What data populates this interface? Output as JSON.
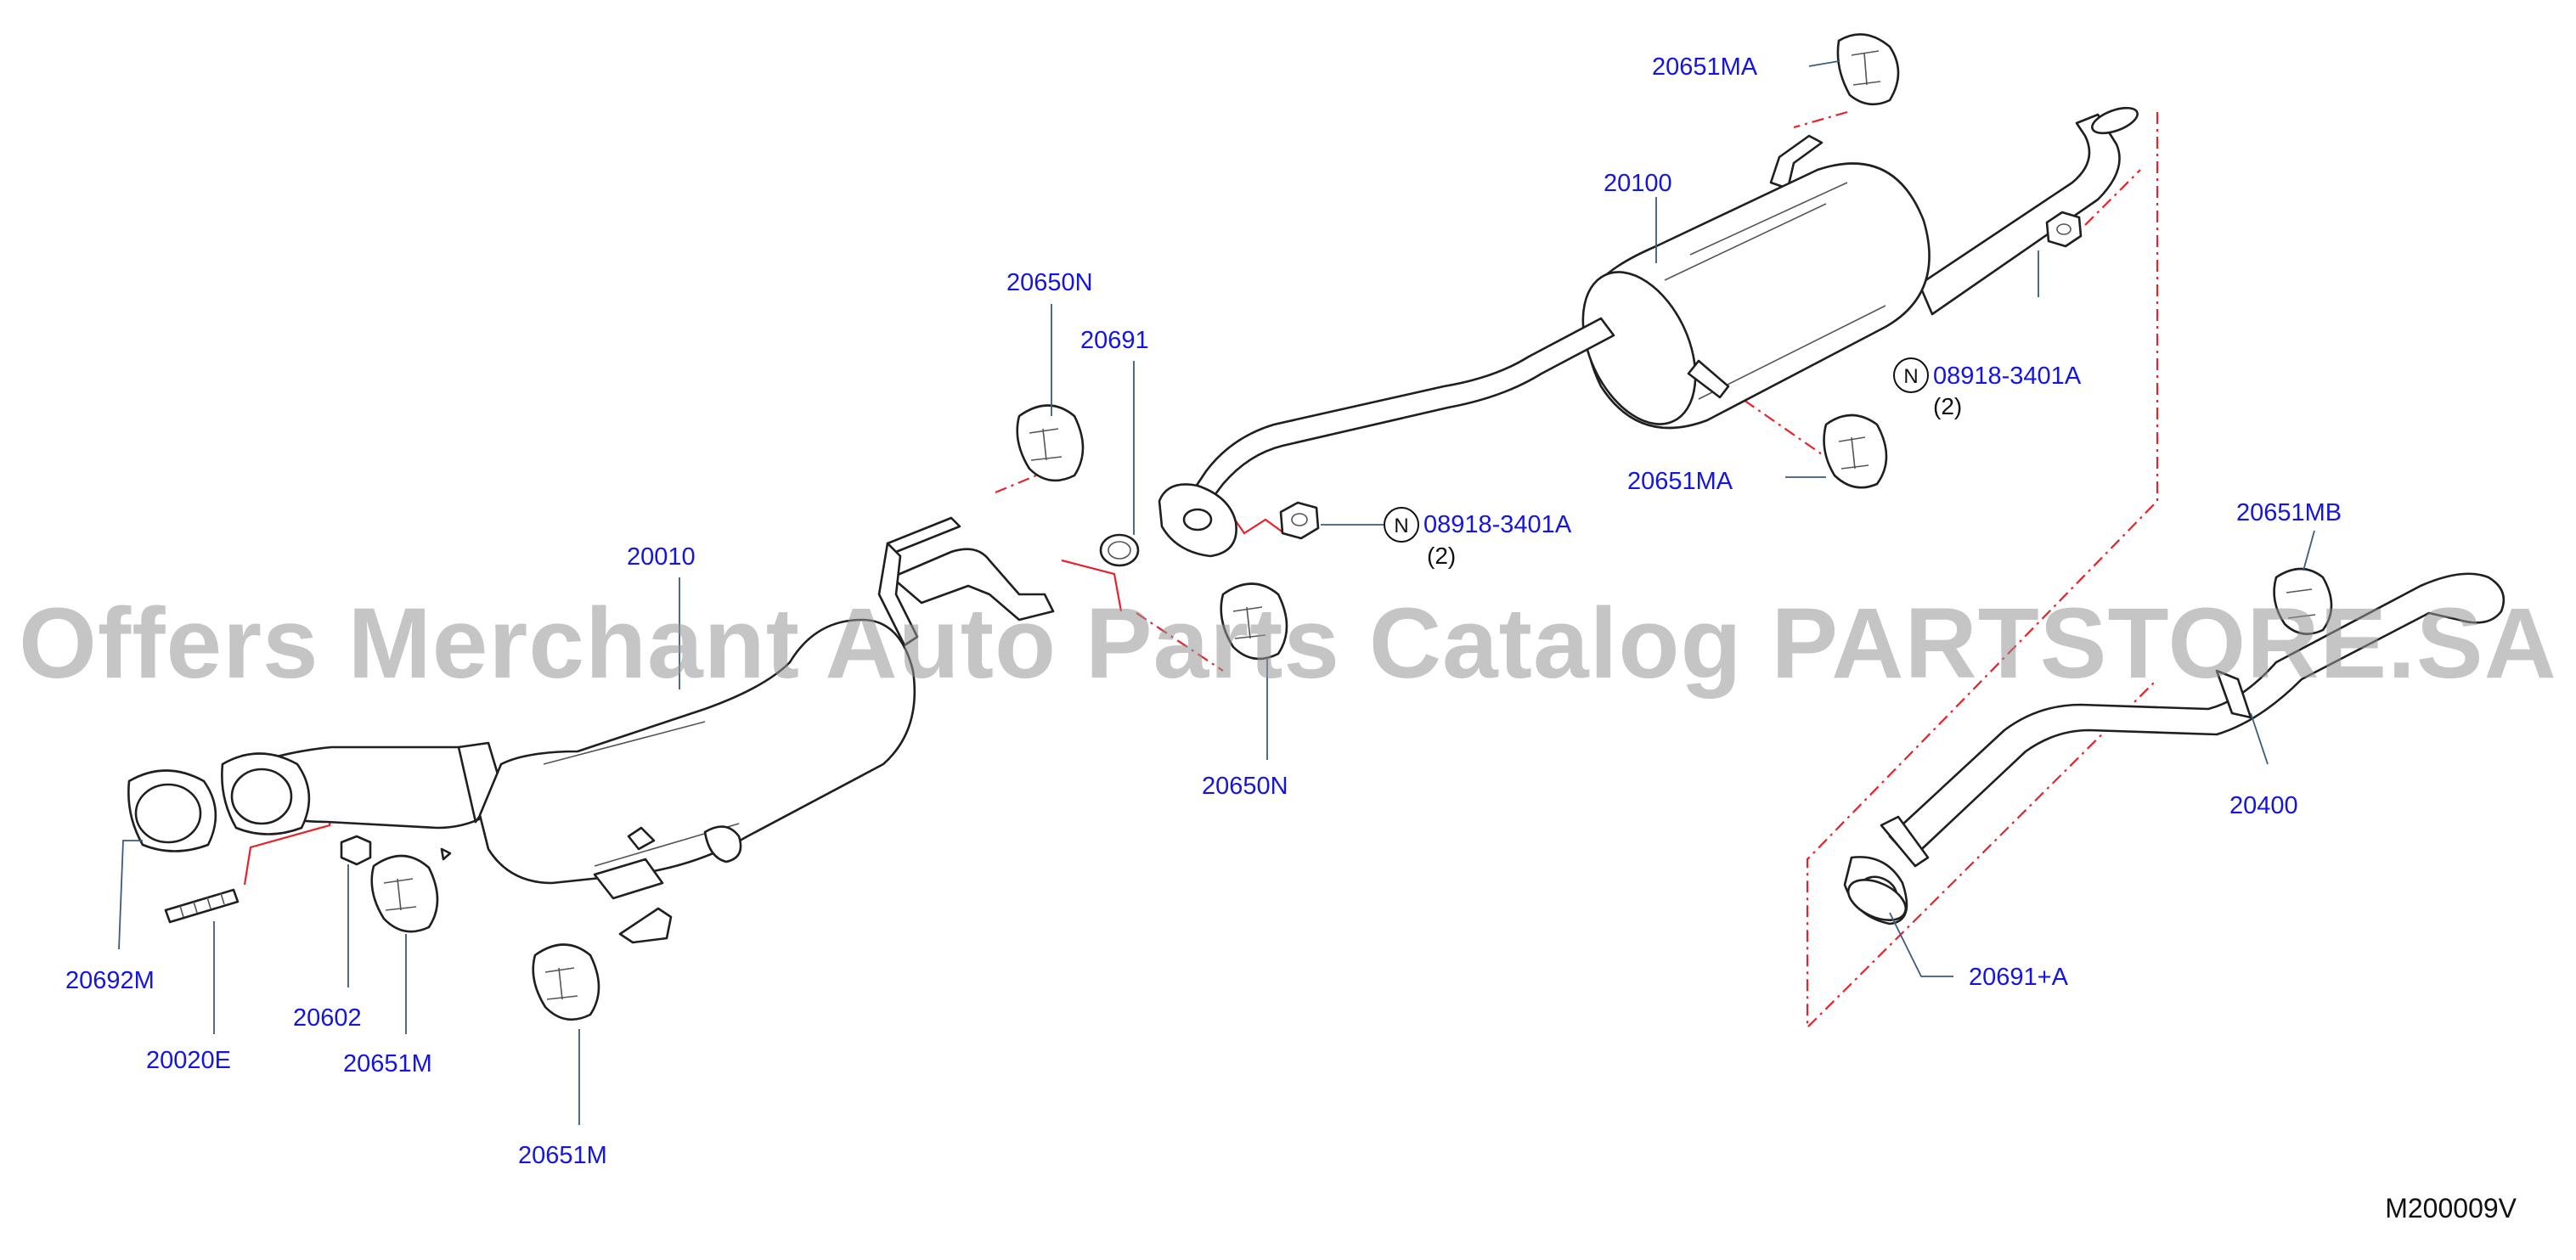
{
  "diagram": {
    "code": "M200009V",
    "watermark": "Offers Merchant Auto Parts Catalog PARTSTORE.SA",
    "n_marker_symbol": "N",
    "callouts": {
      "c_20651MA_top": "20651MA",
      "c_20100": "20100",
      "c_08918_upper": "08918-3401A",
      "c_08918_upper_qty": "(2)",
      "c_20651MA_mid": "20651MA",
      "c_20650N_top": "20650N",
      "c_20691": "20691",
      "c_08918_lower": "08918-3401A",
      "c_08918_lower_qty": "(2)",
      "c_20010": "20010",
      "c_20650N_bottom": "20650N",
      "c_20651MB": "20651MB",
      "c_20400": "20400",
      "c_20691A": "20691+A",
      "c_20692M": "20692M",
      "c_20020E": "20020E",
      "c_20602": "20602",
      "c_20651M_a": "20651M",
      "c_20651M_b": "20651M"
    }
  }
}
